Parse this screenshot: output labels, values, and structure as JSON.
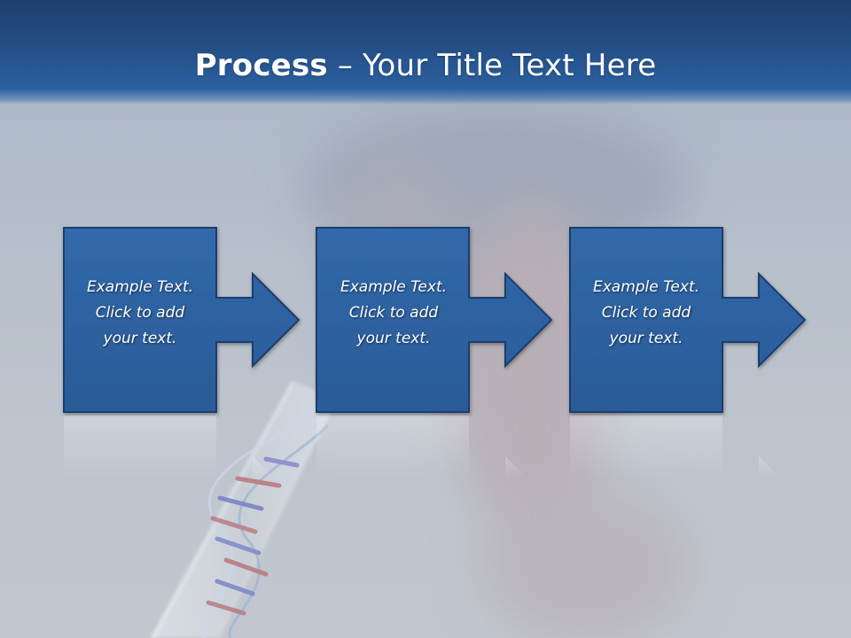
{
  "title": {
    "bold": "Process",
    "rest": " – Your Title Text Here"
  },
  "steps": [
    {
      "line1": "Example Text.",
      "line2": "Click  to add",
      "line3": "your text."
    },
    {
      "line1": "Example Text.",
      "line2": "Click  to add",
      "line3": "your text."
    },
    {
      "line1": "Example Text.",
      "line2": "Click  to add",
      "line3": "your text."
    }
  ],
  "colors": {
    "header": "#244f86",
    "box_fill": "#2d619f",
    "box_stroke": "#1a3e6d",
    "text": "#ffffff"
  }
}
